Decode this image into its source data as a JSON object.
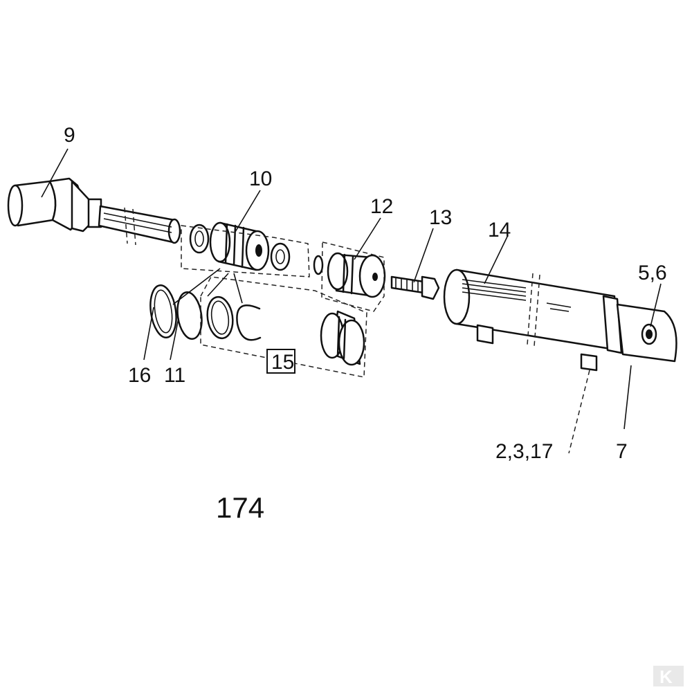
{
  "diagram": {
    "figure_number": "174",
    "labels": {
      "p9": "9",
      "p10": "10",
      "p12": "12",
      "p13": "13",
      "p14": "14",
      "p56": "5,6",
      "p16": "16",
      "p11": "11",
      "p15": "15",
      "p2317": "2,3,17",
      "p7": "7"
    },
    "logo_letter": "K"
  }
}
